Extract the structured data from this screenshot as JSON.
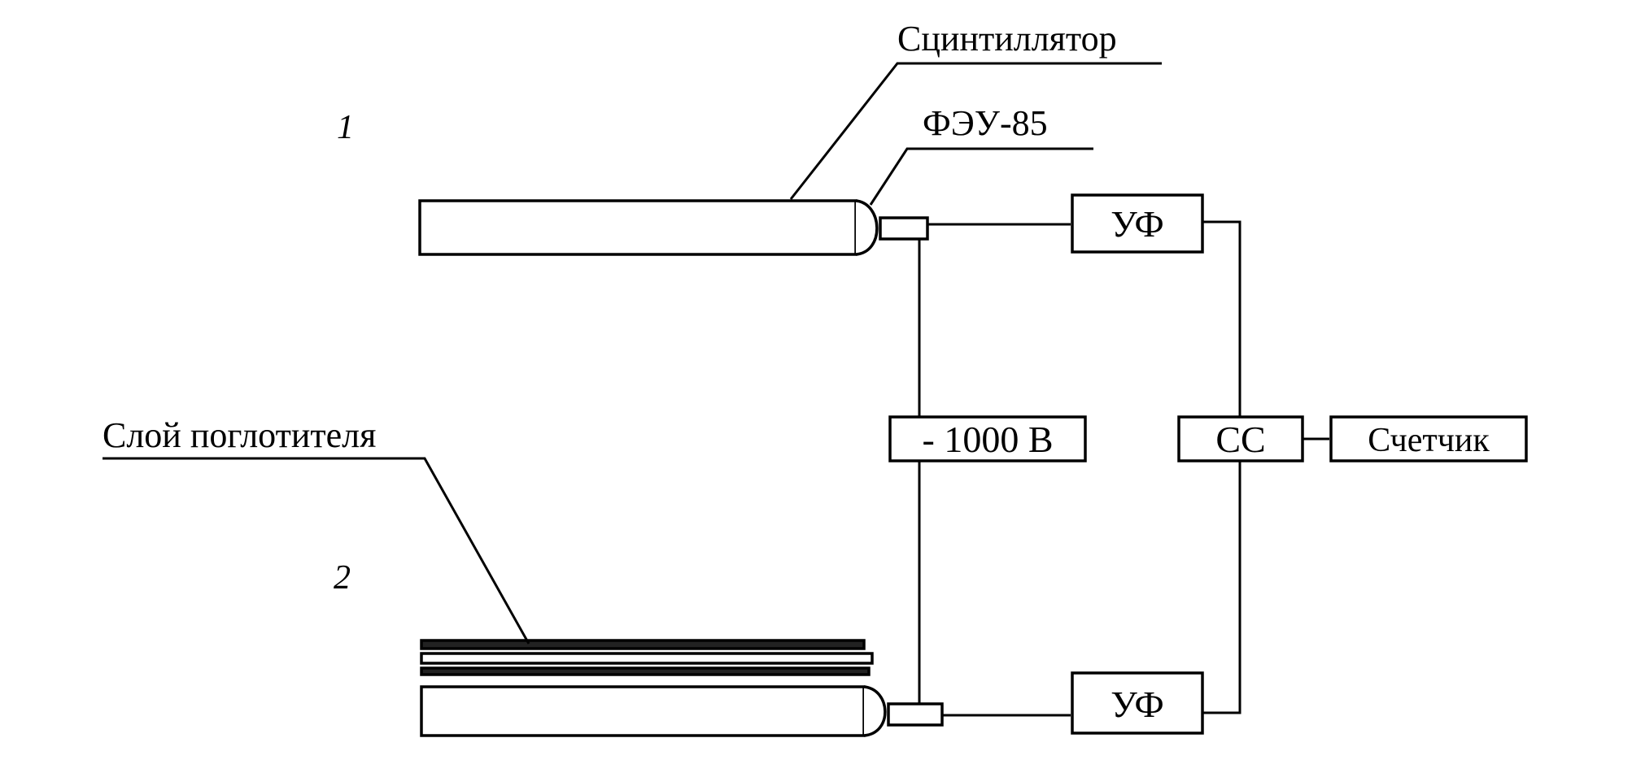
{
  "labels": {
    "scintillator": "Сцинтиллятор",
    "pmt": "ФЭУ-85",
    "absorber_layer": "Слой поглотителя",
    "detector_1": "1",
    "detector_2": "2"
  },
  "blocks": {
    "amplifier_top": "УФ",
    "amplifier_bottom": "УФ",
    "high_voltage": "- 1000 В",
    "coincidence": "СС",
    "counter": "Счетчик"
  },
  "colors": {
    "ink": "#000000",
    "background": "#ffffff"
  }
}
